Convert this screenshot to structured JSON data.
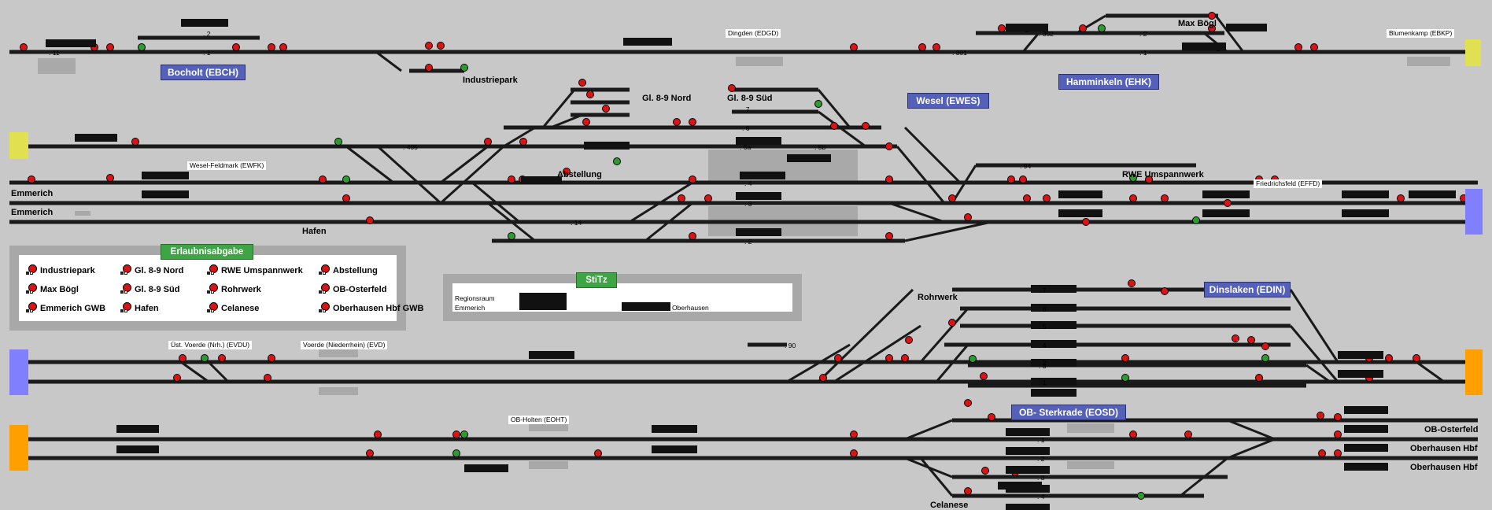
{
  "stations": {
    "bocholt": "Bocholt (EBCH)",
    "wesel": "Wesel (EWES)",
    "hamminkeln": "Hamminkeln (EHK)",
    "dinslaken": "Dinslaken (EDIN)",
    "sterkrade": "OB- Sterkrade (EOSD)"
  },
  "locations": {
    "dingden": "Dingden (EDGD)",
    "blumenkamp": "Blumenkamp (EBKP)",
    "wesel_feldmark": "Wesel-Feldmark (EWFK)",
    "friedrichsfeld": "Friedrichsfeld (EFFD)",
    "ust_voerde": "Üst. Voerde (Nrh.) (EVDU)",
    "voerde": "Voerde (Niederrhein) (EVD)",
    "ob_holten": "OB-Holten (EOHT)"
  },
  "places": {
    "industriepark": "Industriepark",
    "max_bogl": "Max Bögl",
    "gl89_nord": "Gl. 8-9 Nord",
    "gl89_sud": "Gl. 8-9 Süd",
    "abstellung": "Abstellung",
    "rwe": "RWE Umspannwerk",
    "emmerich1": "Emmerich",
    "emmerich2": "Emmerich",
    "hafen": "Hafen",
    "rohrwerk": "Rohrwerk",
    "ob_osterfeld": "OB-Osterfeld",
    "oberhausen1": "Oberhausen Hbf",
    "oberhausen2": "Oberhausen Hbf",
    "celanese": "Celanese"
  },
  "erlaubnis": {
    "title": "Erlaubnisabgabe",
    "items": [
      "Industriepark",
      "Gl. 8-9 Nord",
      "RWE Umspannwerk",
      "Abstellung",
      "Max Bögl",
      "Gl. 8-9 Süd",
      "Rohrwerk",
      "OB-Osterfeld",
      "Emmerich GWB",
      "Hafen",
      "Celanese",
      "Oberhausen Hbf GWB"
    ]
  },
  "stitz": {
    "title": "StiTz",
    "row1": "Regionsraum",
    "row2": "Emmerich",
    "row3": "Oberhausen"
  },
  "tracks": {
    "t11": ". 11",
    "t2a": ". 2",
    "t1a": ". 1",
    "t405": ". 405",
    "t301": ". 301",
    "t302": ". 302",
    "t2b": ". 2",
    "t1b": ". 1",
    "t7": ". 7",
    "t6": ". 6",
    "t5a": ". 5a",
    "t5b": ". 5b",
    "t4": ". 4",
    "t3": ". 3",
    "t14": ". 14",
    "t2c": ". 2",
    "t94": ". 94",
    "t90": ". 90",
    "d7": ". 7",
    "d6": ". 6",
    "d5": ". 5",
    "d4": ". 4",
    "d3": ". 3",
    "d2": ". 2",
    "d1": ". 1",
    "s1": ". 1",
    "s2": ". 2",
    "s3": ". 3",
    "s4": ". 4"
  },
  "colors": {
    "background": "#c8c8c8",
    "track": "#1a1a1a",
    "signal_red": "#d81414",
    "signal_green": "#2e9b2e",
    "station_box": "#5560b8",
    "panel_green": "#3fa445",
    "edge_yellow": "#e0e050",
    "edge_blue": "#8080ff",
    "edge_orange": "#ffa000"
  }
}
